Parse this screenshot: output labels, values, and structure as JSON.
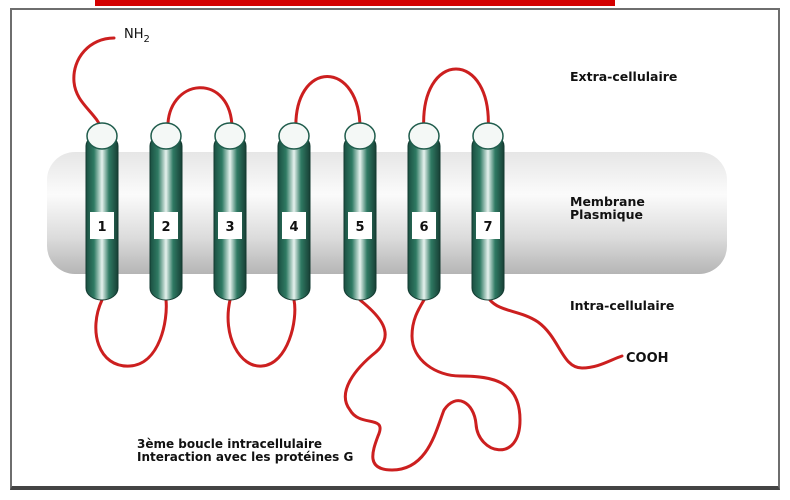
{
  "labels": {
    "nh2": "NH",
    "nh2_sub": "2",
    "extracellular": "Extra-cellulaire",
    "membrane_line1": "Membrane",
    "membrane_line2": "Plasmique",
    "intracellular": "Intra-cellulaire",
    "cooh": "COOH",
    "loop_line1": "3ème boucle intracellulaire",
    "loop_line2": "Interaction avec les protéines G"
  },
  "helices": [
    "1",
    "2",
    "3",
    "4",
    "5",
    "6",
    "7"
  ],
  "colors": {
    "chain": "#cc1f1f",
    "helix_dark": "#1f5c4c",
    "helix_light": "#d9ece6",
    "membrane_light": "#f4f4f4",
    "membrane_dark": "#bdbdbd",
    "accent_bar": "#d40000"
  }
}
